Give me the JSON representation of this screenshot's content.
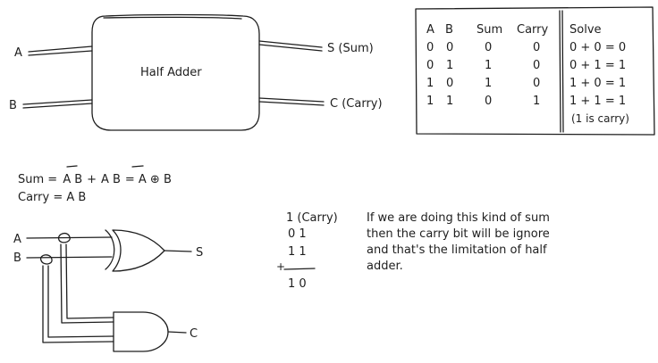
{
  "half_adder": {
    "input_a": "A",
    "input_b": "B",
    "block_label": "Half Adder",
    "output_s": "S (Sum)",
    "output_c": "C (Carry)"
  },
  "truth_table": {
    "headers": [
      "A",
      "B",
      "Sum",
      "Carry"
    ],
    "solve_header": "Solve",
    "rows": [
      [
        "0",
        "0",
        "0",
        "0"
      ],
      [
        "0",
        "1",
        "1",
        "0"
      ],
      [
        "1",
        "0",
        "1",
        "0"
      ],
      [
        "1",
        "1",
        "0",
        "1"
      ]
    ],
    "solve_rows": [
      "0 + 0 = 0",
      "0 + 1 = 1",
      "1 + 0 = 1",
      "1 + 1  = 1",
      "(1 is carry)"
    ]
  },
  "equations": {
    "sum_prefix": "Sum = ",
    "sum_t1_a": "A",
    "sum_t1_b": "B",
    "sum_plus": "+",
    "sum_t2_a": "A",
    "sum_t2_b": "B",
    "sum_equals_xor": "= A ⊕ B",
    "carry": "Carry = A B"
  },
  "circuit": {
    "input_a": "A",
    "input_b": "B",
    "output_s": "S",
    "output_c": "C"
  },
  "example_sum": {
    "line1": "1 (Carry)",
    "line2": "0 1",
    "line3": "1  1",
    "plus": "+",
    "result": "1 0"
  },
  "note": {
    "lines": [
      "If we are doing this kind of sum",
      "then the carry bit will be ignore",
      "and that's the limitation of half",
      "adder."
    ]
  }
}
